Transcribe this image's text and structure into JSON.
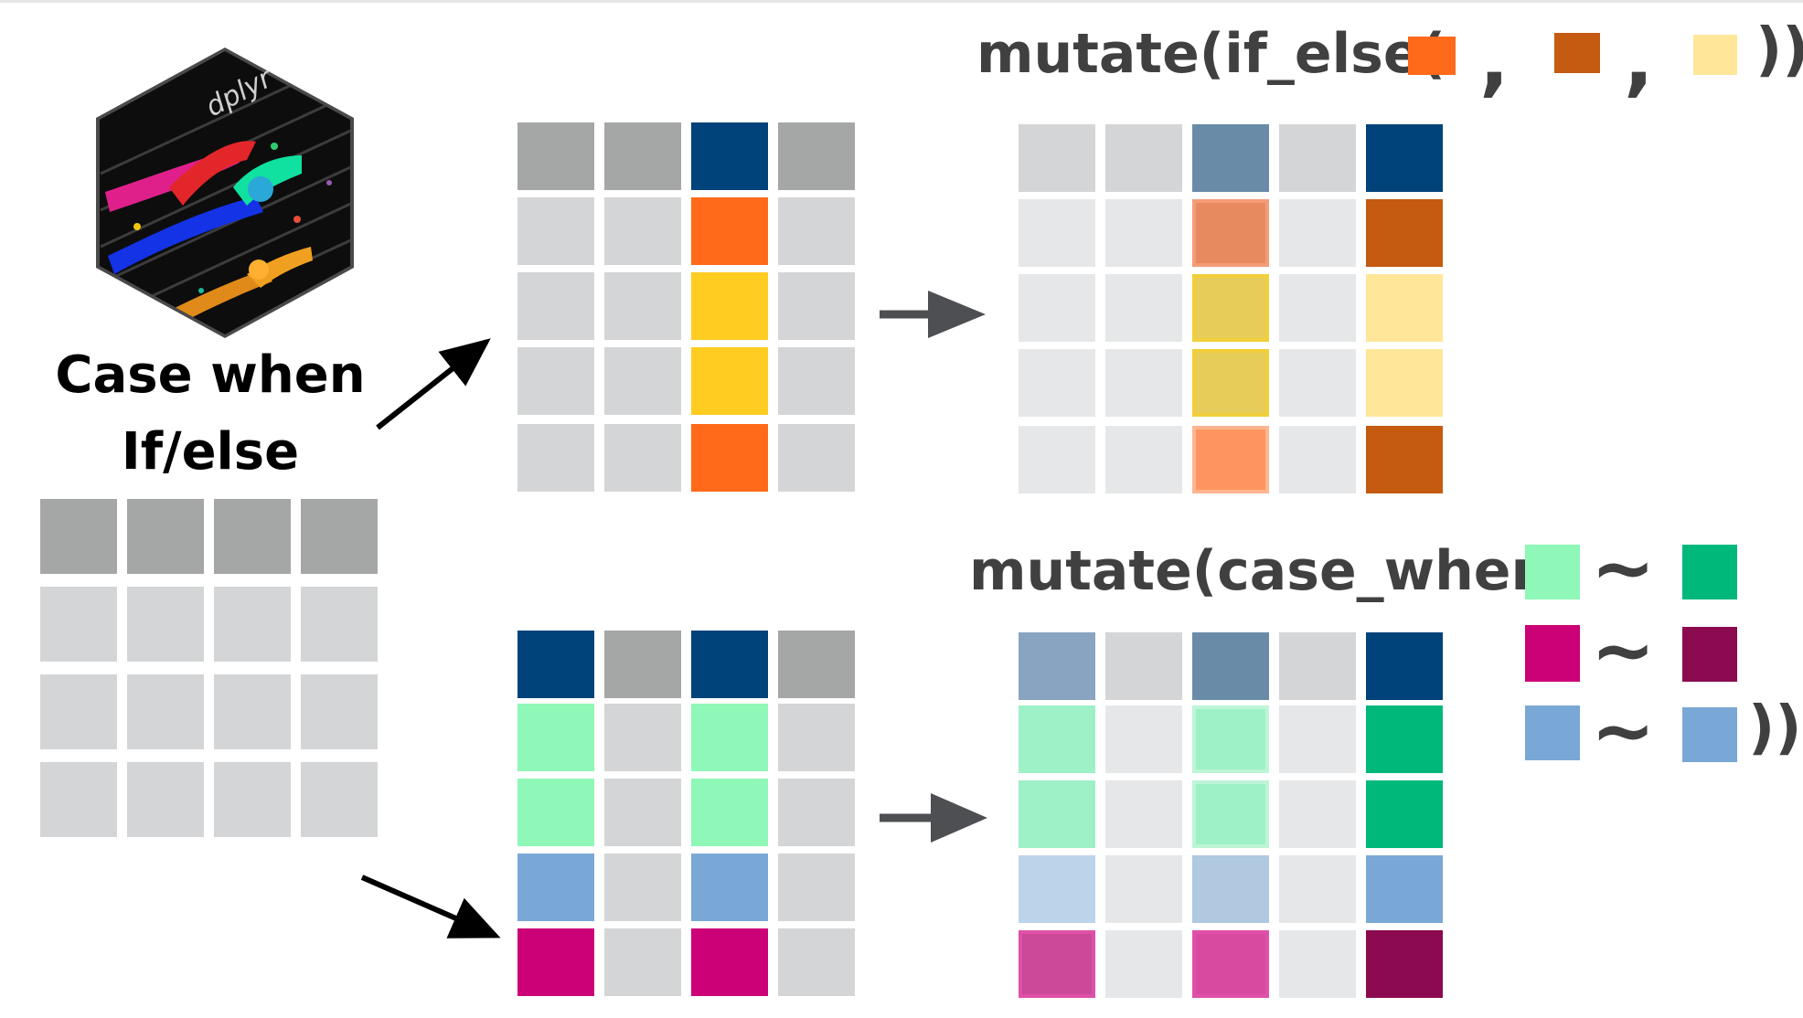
{
  "logo": {
    "text": "dplyr",
    "icon": "pliers-hex-sticker-icon"
  },
  "caption": {
    "line1": "Case when",
    "line2": "If/else"
  },
  "if_else": {
    "code_prefix": "mutate(if_else(",
    "separator": ",",
    "close": "))",
    "arg_colors": [
      "#ff6a1a",
      "#c55a11",
      "#ffe699"
    ]
  },
  "case_when": {
    "code_prefix": "mutate(case_when(",
    "tilde": "~",
    "close": "))",
    "rules": [
      {
        "lhs": "#8ff7b8",
        "rhs": "#00b879"
      },
      {
        "lhs": "#cc0077",
        "rhs": "#8b0a50"
      },
      {
        "lhs": "#7aa8d6",
        "rhs": "#7aa8d6"
      }
    ]
  },
  "colors": {
    "header_gray": "#a5a7a6",
    "cell_gray": "#d4d5d6",
    "cell_light": "#e6e7e8",
    "navy": "#00427a",
    "arrow_dark": "#4d4f53"
  }
}
